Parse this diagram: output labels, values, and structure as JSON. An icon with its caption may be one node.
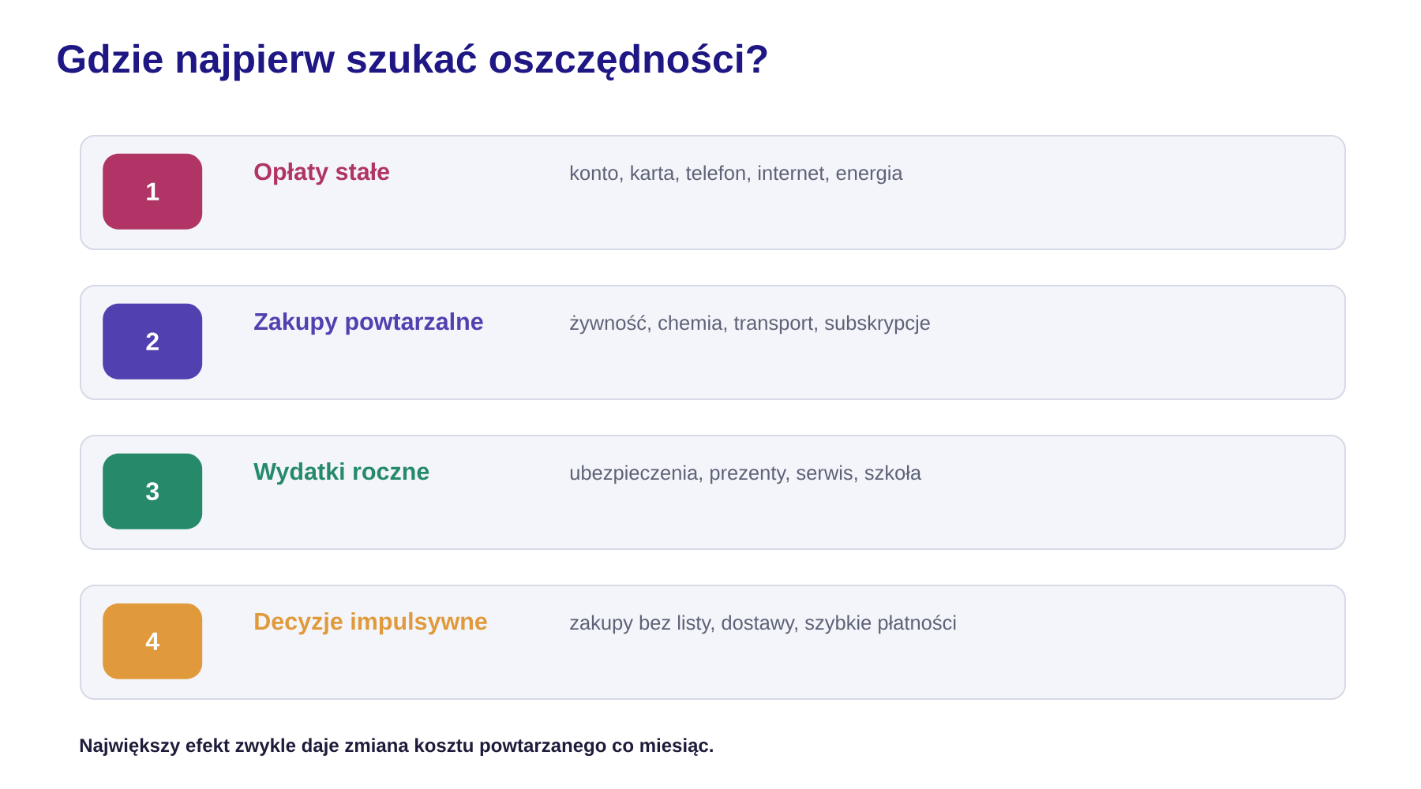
{
  "diagram": {
    "title": "Gdzie najpierw szukać oszczędności?",
    "nodes": [
      {
        "text": [
          "Opłaty stałe",
          "konto, karta, telefon, internet, energia"
        ]
      },
      {
        "text": [
          "1"
        ],
        "in": 0
      },
      {
        "text": [
          "Zakupy powtarzalne",
          "żywność, chemia, transport, subskrypcje"
        ]
      },
      {
        "text": [
          "2"
        ],
        "in": 2
      },
      {
        "text": [
          "Wydatki roczne",
          "ubezpieczenia, prezenty, serwis, szkoła"
        ]
      },
      {
        "text": [
          "3"
        ],
        "in": 4
      },
      {
        "text": [
          "Decyzje impulsywne",
          "zakupy bez listy, dostawy, szybkie płatności"
        ]
      },
      {
        "text": [
          "4"
        ],
        "in": 6
      }
    ],
    "caption": "Największy efekt zwykle daje zmiana kosztu powtarzanego co miesiąc."
  }
}
